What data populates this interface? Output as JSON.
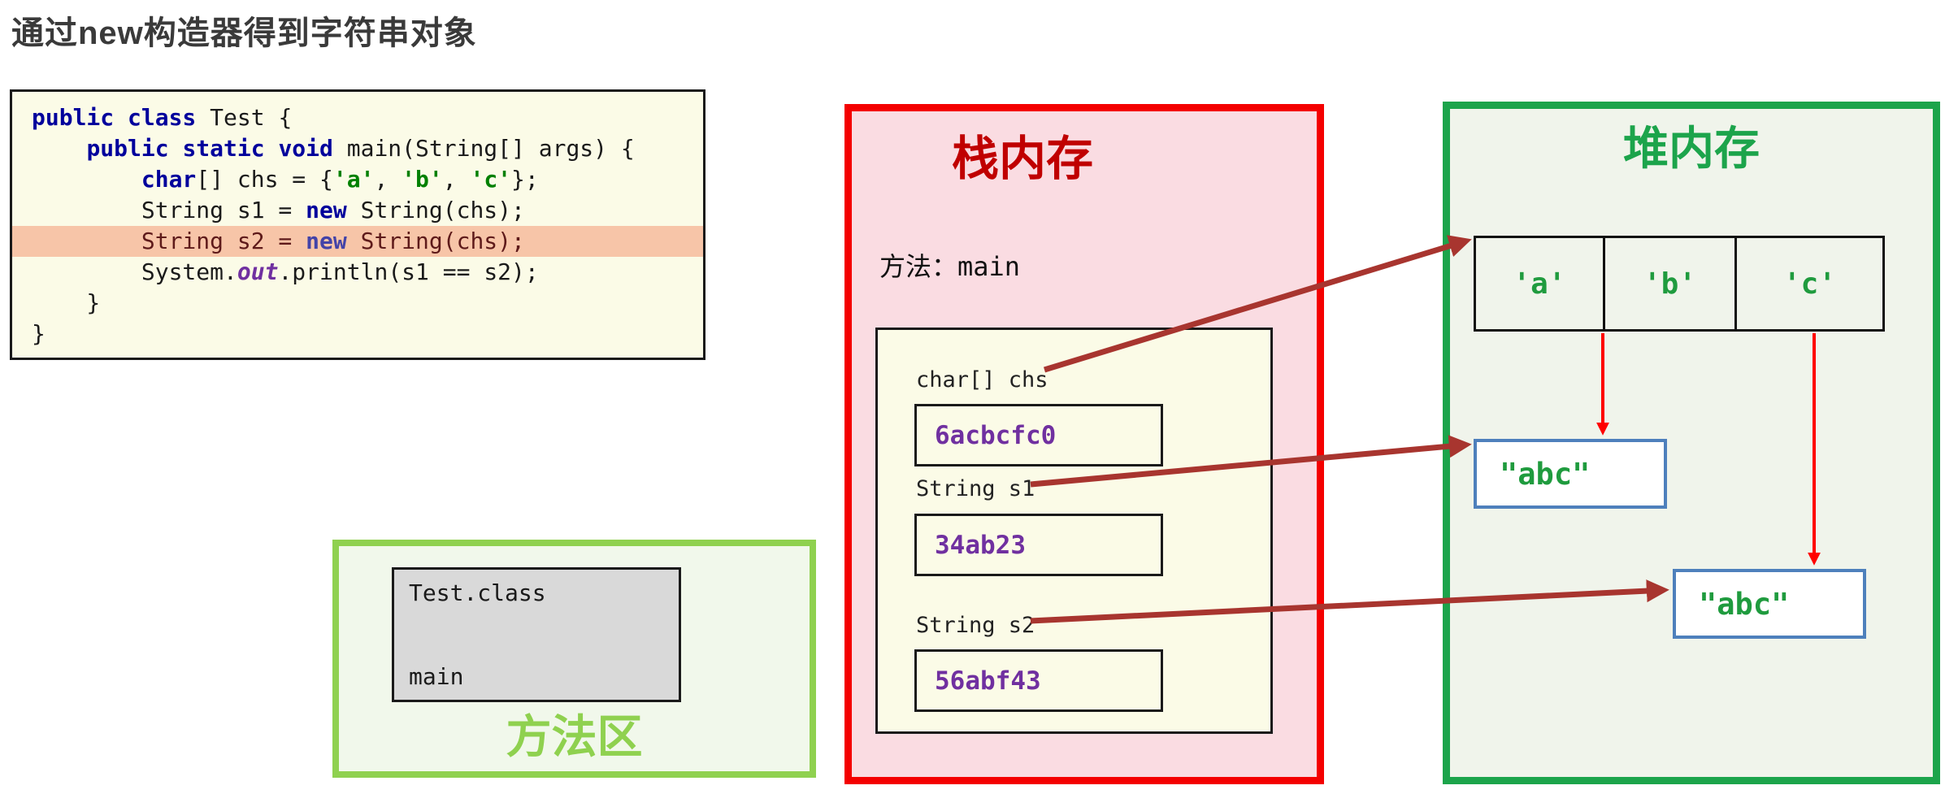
{
  "title": "通过new构造器得到字符串对象",
  "code": {
    "lines": [
      {
        "highlight": false,
        "segments": [
          {
            "t": "public class",
            "c": "kw"
          },
          {
            "t": " Test {",
            "c": "pl"
          }
        ]
      },
      {
        "highlight": false,
        "segments": [
          {
            "t": "    ",
            "c": "pl"
          },
          {
            "t": "public static void",
            "c": "kw"
          },
          {
            "t": " main(String[] args) {",
            "c": "pl"
          }
        ]
      },
      {
        "highlight": false,
        "segments": [
          {
            "t": "        ",
            "c": "pl"
          },
          {
            "t": "char",
            "c": "kw"
          },
          {
            "t": "[] chs = {",
            "c": "pl"
          },
          {
            "t": "'a'",
            "c": "ch"
          },
          {
            "t": ", ",
            "c": "pl"
          },
          {
            "t": "'b'",
            "c": "ch"
          },
          {
            "t": ", ",
            "c": "pl"
          },
          {
            "t": "'c'",
            "c": "ch"
          },
          {
            "t": "};",
            "c": "pl"
          }
        ]
      },
      {
        "highlight": false,
        "segments": [
          {
            "t": "        String s1 = ",
            "c": "pl"
          },
          {
            "t": "new",
            "c": "kw"
          },
          {
            "t": " String(chs);",
            "c": "pl"
          }
        ]
      },
      {
        "highlight": true,
        "segments": [
          {
            "t": "        String s2 = ",
            "c": "mrn"
          },
          {
            "t": "new",
            "c": "mkw"
          },
          {
            "t": " String(chs);",
            "c": "mrn"
          }
        ]
      },
      {
        "highlight": false,
        "segments": [
          {
            "t": "        System.",
            "c": "pl"
          },
          {
            "t": "out",
            "c": "out"
          },
          {
            "t": ".println(s1 == s2);",
            "c": "pl"
          }
        ]
      },
      {
        "highlight": false,
        "segments": [
          {
            "t": "    }",
            "c": "pl"
          }
        ]
      },
      {
        "highlight": false,
        "segments": [
          {
            "t": "}",
            "c": "pl"
          }
        ]
      }
    ]
  },
  "method_area": {
    "label": "方法区",
    "class_file": "Test.class",
    "method_name": "main"
  },
  "stack": {
    "title": "栈内存",
    "method_label": "方法：main",
    "variables": [
      {
        "name": "char[] chs",
        "address": "6acbcfc0"
      },
      {
        "name": "String s1",
        "address": "34ab23"
      },
      {
        "name": "String s2",
        "address": "56abf43"
      }
    ]
  },
  "heap": {
    "title": "堆内存",
    "char_array": [
      "'a'",
      "'b'",
      "'c'"
    ],
    "strings": [
      "\"abc\"",
      "\"abc\""
    ]
  },
  "colors": {
    "stack_border": "#f40000",
    "stack_bg": "#fadce2",
    "stack_title": "#c00000",
    "heap_border": "#1ca44b",
    "heap_bg": "#f0f4eb",
    "method_border": "#8fd14f",
    "method_bg": "#f1f8eb",
    "code_bg": "#fbfbe7",
    "highlight_line_bg": "#f7c5a8",
    "address_text": "#7030a0",
    "string_box_border": "#4e80bc",
    "char_text_green": "#1f9b3e",
    "keyword_blue": "#00009c",
    "pointer_arrow_dark_red": "#a8352f",
    "pointer_arrow_red": "#ff0000"
  }
}
